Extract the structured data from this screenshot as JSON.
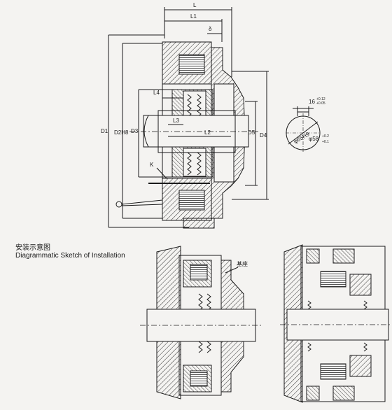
{
  "top_view": {
    "dims": {
      "L": "L",
      "L1": "L1",
      "delta": "δ",
      "L4": "L4",
      "L3": "L3",
      "L2": "L2",
      "D1": "D1",
      "D2H8": "D2H8",
      "D3": "D3",
      "D5": "D5",
      "D4": "D4",
      "K": "K"
    }
  },
  "key_section": {
    "width": "16",
    "width_tol_upper": "+0.12",
    "width_tol_lower": "+0.05",
    "bore": "φ65H9",
    "depth": "φ58",
    "depth_tol_upper": "+0.2",
    "depth_tol_lower": "+0.1"
  },
  "caption": {
    "zh": "安装示意图",
    "en": "Diagrammatic Sketch of Installation"
  },
  "install_view": {
    "base_label": "基座"
  },
  "colors": {
    "line": "#1a1a1a",
    "hatch": "#333333",
    "paper": "#f4f3f1"
  }
}
